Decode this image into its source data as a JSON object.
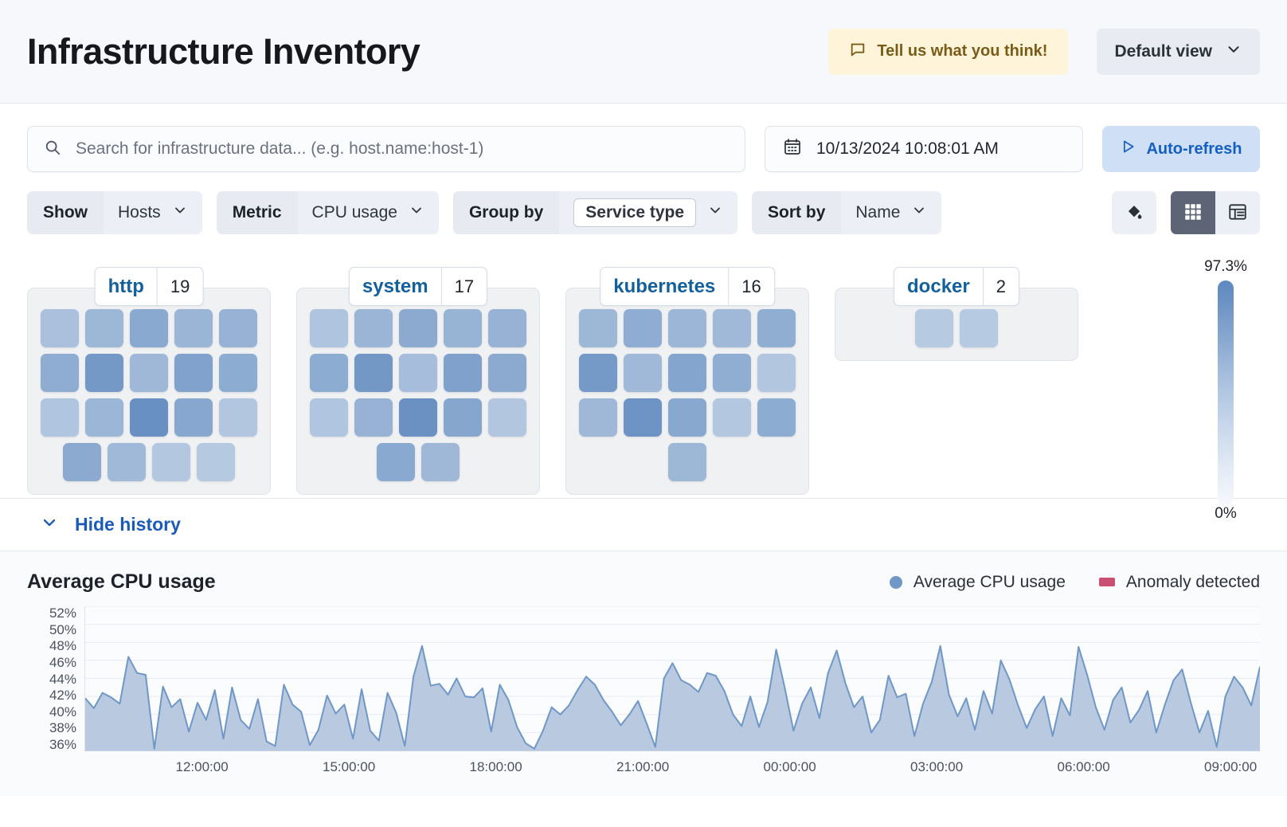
{
  "header": {
    "title": "Infrastructure Inventory",
    "feedback_label": "Tell us what you think!",
    "feedback_icon": "comment-icon",
    "view_label": "Default view",
    "view_chevron": "chevron-down-icon"
  },
  "search": {
    "placeholder": "Search for infrastructure data... (e.g. host.name:host-1)",
    "value": "",
    "icon": "search-icon"
  },
  "datepicker": {
    "value": "10/13/2024 10:08:01 AM",
    "icon": "calendar-icon"
  },
  "autorefresh": {
    "label": "Auto-refresh",
    "icon": "play-icon"
  },
  "filters": [
    {
      "label": "Show",
      "value": "Hosts",
      "boxed": false
    },
    {
      "label": "Metric",
      "value": "CPU usage",
      "boxed": false
    },
    {
      "label": "Group by",
      "value": "Service type",
      "boxed": true
    },
    {
      "label": "Sort by",
      "value": "Name",
      "boxed": false
    }
  ],
  "view_tools": {
    "palette_icon": "color-fill-icon",
    "grid_icon": "grid-view-icon",
    "table_icon": "table-view-icon",
    "active_view": "grid"
  },
  "legend_scale": {
    "max_label": "97.3%",
    "min_label": "0%"
  },
  "groups": [
    {
      "name": "http",
      "count": "19",
      "values": [
        38,
        46,
        58,
        48,
        50,
        55,
        72,
        45,
        64,
        56,
        34,
        47,
        80,
        60,
        33,
        57,
        44,
        32,
        31
      ]
    },
    {
      "name": "system",
      "count": "17",
      "values": [
        35,
        48,
        57,
        49,
        50,
        56,
        73,
        40,
        65,
        57,
        34,
        50,
        79,
        61,
        33,
        58,
        45
      ]
    },
    {
      "name": "kubernetes",
      "count": "16",
      "values": [
        46,
        55,
        47,
        44,
        54,
        71,
        44,
        62,
        54,
        33,
        45,
        77,
        59,
        32,
        56,
        46
      ]
    },
    {
      "name": "docker",
      "count": "2",
      "values": [
        30,
        30
      ]
    }
  ],
  "history": {
    "toggle_label": "Hide history",
    "toggle_icon": "chevron-down-icon"
  },
  "chart_data": {
    "type": "area",
    "title": "Average CPU usage",
    "xlabel": "",
    "ylabel": "",
    "ylim": [
      36,
      52
    ],
    "grid": true,
    "legend_position": "top-right",
    "legend": [
      {
        "name": "Average CPU usage",
        "color": "#6f97c7",
        "marker": "dot"
      },
      {
        "name": "Anomaly detected",
        "color": "#cb4f72",
        "marker": "square"
      }
    ],
    "ytick_labels": [
      "52%",
      "50%",
      "48%",
      "46%",
      "44%",
      "42%",
      "40%",
      "38%",
      "36%"
    ],
    "ytick_values": [
      52,
      50,
      48,
      46,
      44,
      42,
      40,
      38,
      36
    ],
    "xtick_labels": [
      "12:00:00",
      "15:00:00",
      "18:00:00",
      "21:00:00",
      "00:00:00",
      "03:00:00",
      "06:00:00",
      "09:00:00"
    ],
    "xtick_positions": [
      0.1,
      0.225,
      0.35,
      0.475,
      0.6,
      0.725,
      0.85,
      0.975
    ],
    "series": [
      {
        "name": "Average CPU usage",
        "color": "#6f97c7",
        "values": [
          41.8,
          40.7,
          42.4,
          41.9,
          41.2,
          46.4,
          44.6,
          44.4,
          36.2,
          43.1,
          40.8,
          41.7,
          38.1,
          41.3,
          39.4,
          42.7,
          37.3,
          43.0,
          39.4,
          38.4,
          41.7,
          37.0,
          36.5,
          43.3,
          41.1,
          40.3,
          36.6,
          38.3,
          42.1,
          40.1,
          41.1,
          37.3,
          42.8,
          38.2,
          37.1,
          42.4,
          40.2,
          36.5,
          44.2,
          47.6,
          43.2,
          43.4,
          42.2,
          44.0,
          42.0,
          41.9,
          42.9,
          38.1,
          43.3,
          41.6,
          38.6,
          36.8,
          36.2,
          38.2,
          40.8,
          40.0,
          41.0,
          42.7,
          44.2,
          43.3,
          41.6,
          40.3,
          38.8,
          40.0,
          41.5,
          39.0,
          36.4,
          44.0,
          45.7,
          43.8,
          43.3,
          42.5,
          44.6,
          44.3,
          42.6,
          40.0,
          38.7,
          42.0,
          38.6,
          41.4,
          47.2,
          42.9,
          38.2,
          41.2,
          43.0,
          39.6,
          44.6,
          47.1,
          43.5,
          40.8,
          42.0,
          38.0,
          39.4,
          44.3,
          41.9,
          42.3,
          37.6,
          41.2,
          43.6,
          47.6,
          42.2,
          39.8,
          41.8,
          38.3,
          42.6,
          40.1,
          46.0,
          43.9,
          41.0,
          38.5,
          40.6,
          42.0,
          37.6,
          41.8,
          39.9,
          47.5,
          44.4,
          40.8,
          38.3,
          41.6,
          43.0,
          39.1,
          40.5,
          42.6,
          38.0,
          41.1,
          43.8,
          45.0,
          41.3,
          38.0,
          40.4,
          36.4,
          42.0,
          44.2,
          43.0,
          41.0,
          45.3
        ]
      }
    ]
  }
}
